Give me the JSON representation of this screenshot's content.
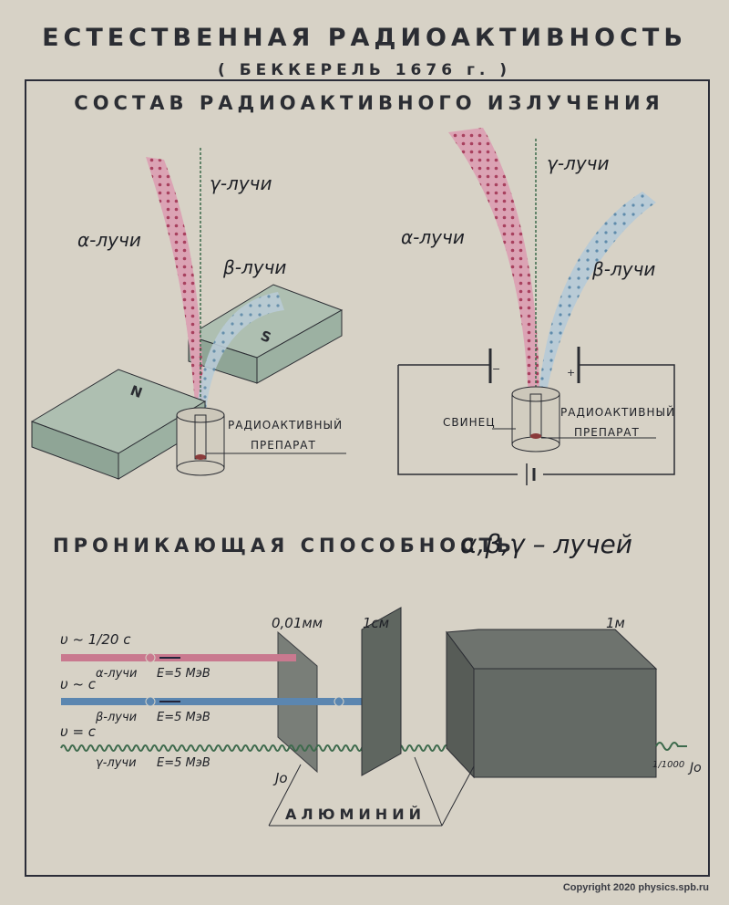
{
  "title": "ЕСТЕСТВЕННАЯ РАДИОАКТИВНОСТЬ",
  "subtitle": "( БЕККЕРЕЛЬ 1676 г. )",
  "section1": {
    "title": "СОСТАВ РАДИОАКТИВНОГО ИЗЛУЧЕНИЯ",
    "magnetic": {
      "alpha": "α-лучи",
      "beta": "β-лучи",
      "gamma": "γ-лучи",
      "north": "N",
      "south": "S",
      "source_line1": "РАДИОАКТИВНЫЙ",
      "source_line2": "ПРЕПАРАТ"
    },
    "electric": {
      "alpha": "α-лучи",
      "beta": "β-лучи",
      "gamma": "γ-лучи",
      "lead": "СВИНЕЦ",
      "source_line1": "РАДИОАКТИВНЫЙ",
      "source_line2": "ПРЕПАРАТ"
    }
  },
  "section2": {
    "title": "ПРОНИКАЮЩАЯ СПОСОБНОСТЬ",
    "title_symbols": "α,β,γ – лучей",
    "rays": [
      {
        "speed": "υ ~ 1/20 c",
        "name": "α-лучи",
        "energy": "E=5 МэВ",
        "color": "#c9798f"
      },
      {
        "speed": "υ ~ c",
        "name": "β-лучи",
        "energy": "E=5 МэВ",
        "color": "#5b86b0"
      },
      {
        "speed": "υ = c",
        "name": "γ-лучи",
        "energy": "E=5 МэВ",
        "color": "#3d6a4c"
      }
    ],
    "thickness": [
      "0,01мм",
      "1см",
      "1м"
    ],
    "intensity_in": "Jo",
    "intensity_out_fraction": "1/1000",
    "intensity_out": "Jo",
    "material": "АЛЮМИНИЙ"
  },
  "copyright": "Copyright 2020 physics.spb.ru"
}
